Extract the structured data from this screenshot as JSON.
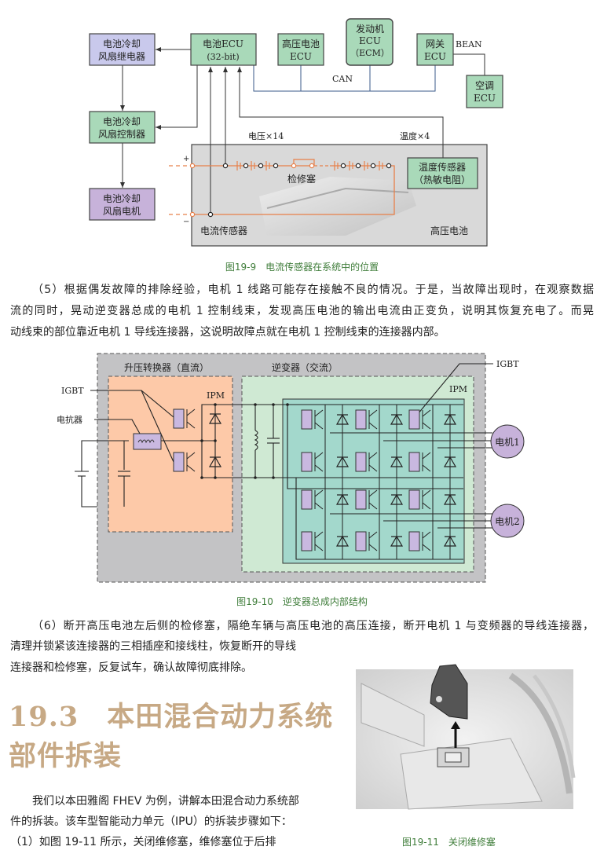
{
  "figure_19_9": {
    "caption": "图19-9　电流传感器在系统中的位置",
    "relay": [
      "电池冷却",
      "风扇继电器"
    ],
    "controller": [
      "电池冷却",
      "风扇控制器"
    ],
    "motor": [
      "电池冷却",
      "风扇电机"
    ],
    "battery_ecu": [
      "电池ECU",
      "(32-bit)"
    ],
    "hv_battery_ecu": [
      "高压电池",
      "ECU"
    ],
    "engine_ecu": [
      "发动机",
      "ECU",
      "（ECM）"
    ],
    "gateway_ecu": [
      "网关",
      "ECU"
    ],
    "ac_ecu": [
      "空调",
      "ECU"
    ],
    "can_label": "CAN",
    "bean_label": "BEAN",
    "voltage_label": "电压×14",
    "temp_label": "温度×4",
    "temp_sensor": [
      "温度传感器",
      "（热敏电阻）"
    ],
    "service_plug": "检修塞",
    "current_sensor": "电流传感器",
    "hv_battery": "高压电池",
    "plus": "+",
    "minus": "−"
  },
  "para5": [
    "（5）根据偶发故障的排除经验，电机 1 线路可能存在接触不良的情况。于是，当故障出现时，在观察数据",
    "流的同时，晃动逆变器总成的电机 1 控制线束，发现高压电池的输出电流由正变负，说明其恢复充电了。而晃",
    "动线束的部位靠近电机 1 导线连接器，这说明故障点就在电机 1 控制线束的连接器内部。"
  ],
  "figure_19_10": {
    "caption": "图19-10　逆变器总成内部结构",
    "boost_label": "升压转换器（直流）",
    "inverter_label": "逆变器（交流）",
    "igbt_left": "IGBT",
    "igbt_right": "IGBT",
    "reactor": "电抗器",
    "ipm_left": "IPM",
    "ipm_right": "IPM",
    "motor1": "电机1",
    "motor2": "电机2"
  },
  "para6": [
    "（6）断开高压电池左后侧的检修塞，隔绝车辆与高压电池的高压连接，断开电机 1 与变频器的导线连接器，",
    "清理并锁紧该连接器的三相插座和接线柱，恢复断开的导线",
    "连接器和检修塞，反复试车，确认故障彻底排除。"
  ],
  "section": {
    "title_line1": "19.3　本田混合动力系统",
    "title_line2": "部件拆装"
  },
  "intro": [
    "我们以本田雅阁 FHEV 为例，讲解本田混合动力系统部",
    "件的拆装。该车型智能动力单元（IPU）的拆装步骤如下：",
    "（1）如图 19-11 所示，关闭维修塞，维修塞位于后排"
  ],
  "figure_19_11": {
    "caption": "图19-11　关闭维修塞"
  },
  "colors": {
    "ecu_green": "#a9d9b9",
    "relay_lavender": "#c9c9ec",
    "motor_purple": "#c7b2da",
    "hv_line_orange": "#e8804a",
    "boost_orange": "#fdc9a8",
    "inverter_green": "#cfe9d3",
    "ipm_teal": "#a3d8cc",
    "caption_green": "#3f7d3a",
    "heading_tan": "#c7a985"
  }
}
